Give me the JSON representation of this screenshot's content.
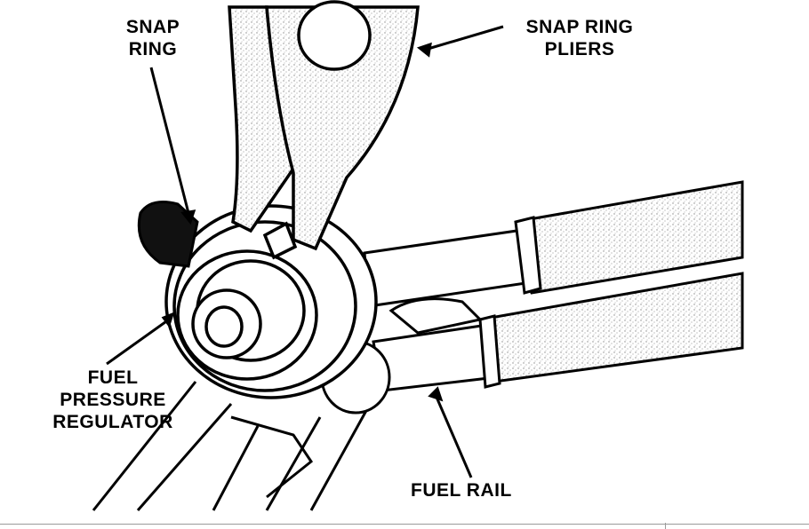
{
  "labels": {
    "snap_ring": "SNAP\nRING",
    "snap_ring_pliers": "SNAP RING\nPLIERS",
    "fuel_pressure_regulator": "FUEL\nPRESSURE\nREGULATOR",
    "fuel_rail": "FUEL RAIL"
  },
  "colors": {
    "ink": "#000000",
    "background": "#ffffff",
    "stipple": "#c8c8c8"
  }
}
